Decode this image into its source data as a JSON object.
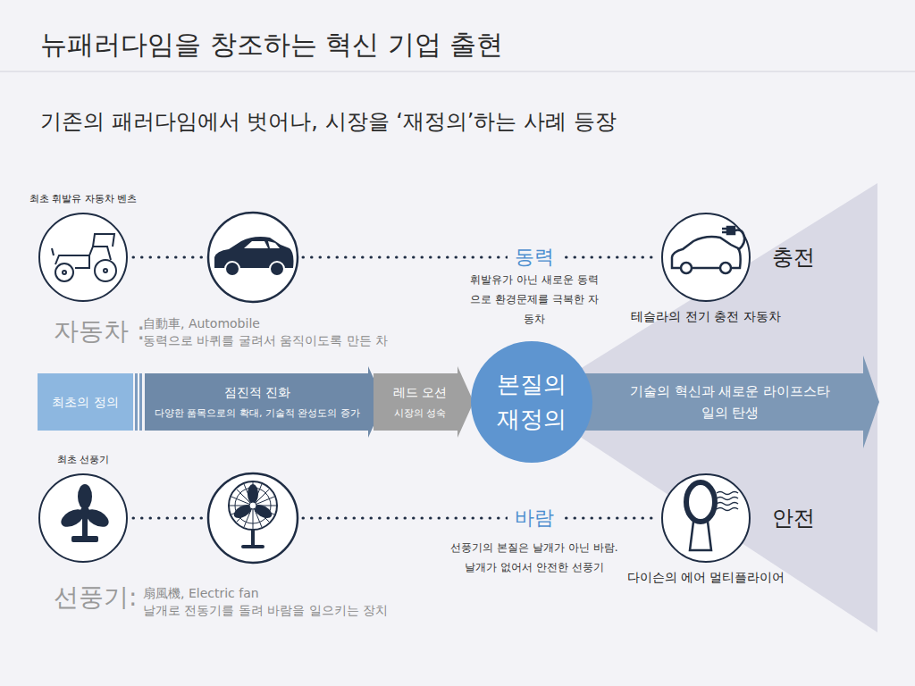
{
  "diagram": {
    "title": "뉴패러다임을 창조하는 혁신 기업 출현",
    "nodes": [
      {
        "text": [
          "최초 휘발유 자동차 벤츠"
        ]
      },
      {
        "text": [
          "충전",
          "테슬라의 전기 충전 자동차"
        ]
      },
      {
        "text": [
          "최초 선풍기"
        ]
      },
      {
        "text": [
          "안전",
          "다이슨의 에어 멀티플라이어"
        ]
      },
      {
        "text": [
          "최초의 정의"
        ]
      },
      {
        "text": [
          "점진적 진화",
          "다양한 품목으로의 확대, 기술적 완성도의 증가"
        ]
      },
      {
        "text": [
          "레드 오션",
          "시장의 성숙"
        ]
      },
      {
        "text": [
          "본질의 재정의"
        ]
      },
      {
        "text": [
          "기술의 혁신과 새로운 라이프스타일의 탄생"
        ]
      }
    ],
    "edges": [
      {
        "from": 0,
        "to": 1,
        "arrow": "none",
        "label": "동력"
      },
      {
        "from": 2,
        "to": 3,
        "arrow": "none",
        "label": "바람"
      }
    ],
    "labels": [
      "기존의 패러다임에서 벗어나, 시장을 ‘재정의’하는 사례 등장",
      "자동차 :",
      "自動車, Automobile",
      "동력으로 바퀴를 굴려서 움직이도록 만든 차",
      "휘발유가 아닌 새로운 동력으로 환경문제를 극복한 자동차",
      "선풍기:",
      "扇風機, Electric fan",
      "날개로 전동기를 돌려 바람을 일으키는 장치",
      "선풍기의 본질은 날개가 아닌 바람. 날개가 없어서 안전한 선풍기"
    ]
  }
}
